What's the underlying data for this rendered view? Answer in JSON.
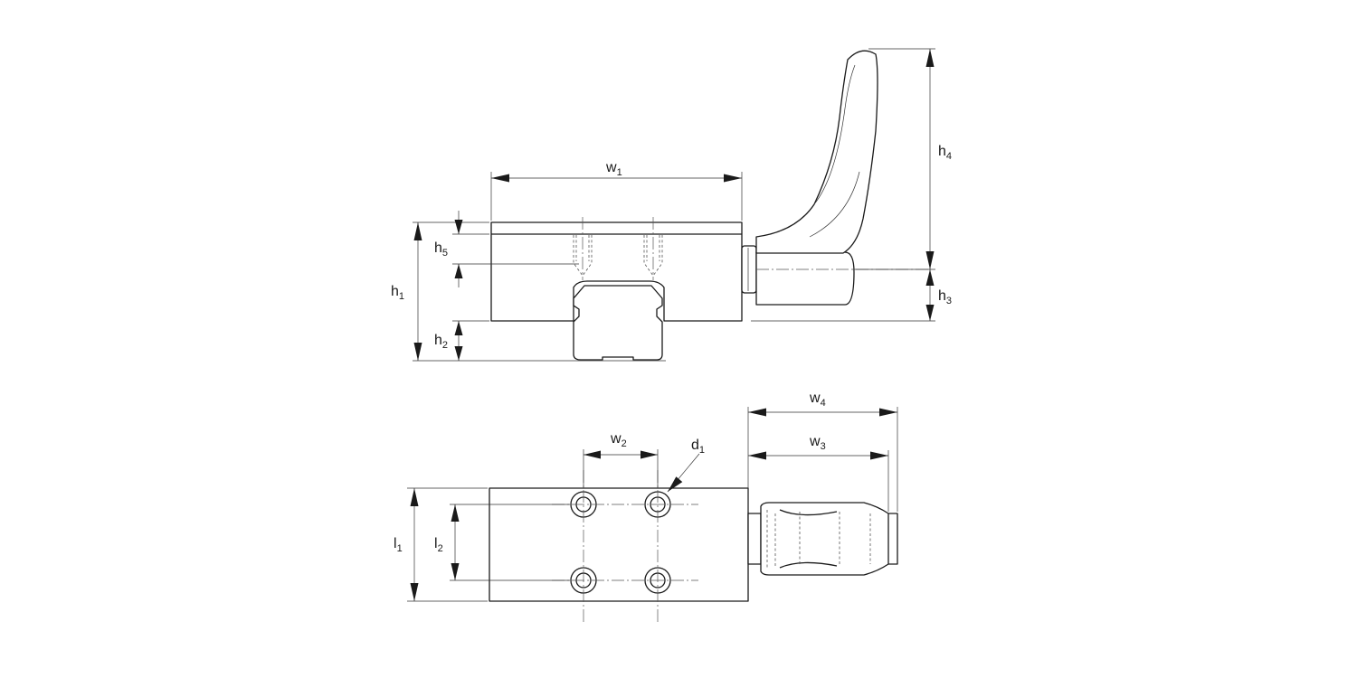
{
  "colors": {
    "line": "#1a1a1a",
    "background": "#ffffff"
  },
  "labels": {
    "w1": {
      "base": "w",
      "sub": "1"
    },
    "w2": {
      "base": "w",
      "sub": "2"
    },
    "w3": {
      "base": "w",
      "sub": "3"
    },
    "w4": {
      "base": "w",
      "sub": "4"
    },
    "h1": {
      "base": "h",
      "sub": "1"
    },
    "h2": {
      "base": "h",
      "sub": "2"
    },
    "h3": {
      "base": "h",
      "sub": "3"
    },
    "h4": {
      "base": "h",
      "sub": "4"
    },
    "h5": {
      "base": "h",
      "sub": "5"
    },
    "l1": {
      "base": "l",
      "sub": "1"
    },
    "l2": {
      "base": "l",
      "sub": "2"
    },
    "d1": {
      "base": "d",
      "sub": "1"
    }
  }
}
